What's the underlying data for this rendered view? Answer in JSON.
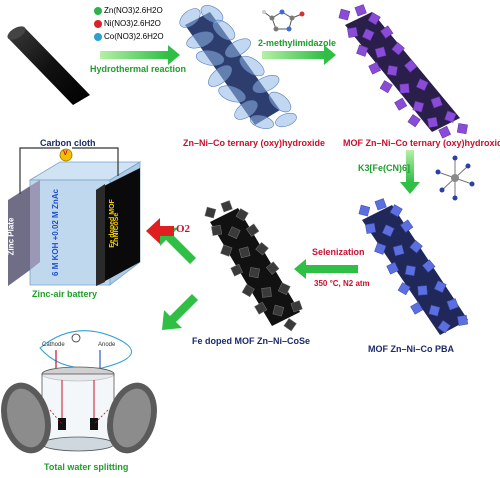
{
  "precursors": [
    {
      "text": "Zn(NO3)2.6H2O",
      "color": "#2bb34a"
    },
    {
      "text": "Ni(NO3)2.6H2O",
      "color": "#d8232a"
    },
    {
      "text": "Co(NO3)2.6H2O",
      "color": "#2a9fd8"
    }
  ],
  "steps": {
    "hydrothermal": "Hydrothermal reaction",
    "imidazole": "2-methylimidazole",
    "ferricyanide": "K3[Fe(CN)6]",
    "selenization": "Selenization",
    "selenization_conditions": "350 °C, N2 atm",
    "oxygen": "O2"
  },
  "materials": {
    "zn_ni_co_hydroxide": "Zn–Ni–Co ternary (oxy)hydroxide",
    "mof_hydroxide": "MOF Zn–Ni–Co ternary (oxy)hydroxide",
    "mof_pba": "MOF Zn–Ni–Co PBA",
    "fe_doped": "Fe doped MOF Zn–Ni–CoSe"
  },
  "battery": {
    "carbon_cloth": "Carbon cloth",
    "voltmeter": "V",
    "zinc_plate": "Zinc Plate",
    "electrolyte": "6 M KOH +0.02 M ZnAc",
    "cathode_line1": "Fe doped MOF",
    "cathode_line2": "ZnNiCoSe",
    "caption": "Zinc-air battery"
  },
  "splitting": {
    "cathode": "Cathode",
    "anode": "Anode",
    "caption": "Total water splitting"
  },
  "colors": {
    "arrow_green": "#35c84a",
    "arrow_red": "#e02020",
    "label_red": "#c8102e",
    "label_green": "#1f9e2c",
    "label_navy": "#1b2a6b"
  }
}
